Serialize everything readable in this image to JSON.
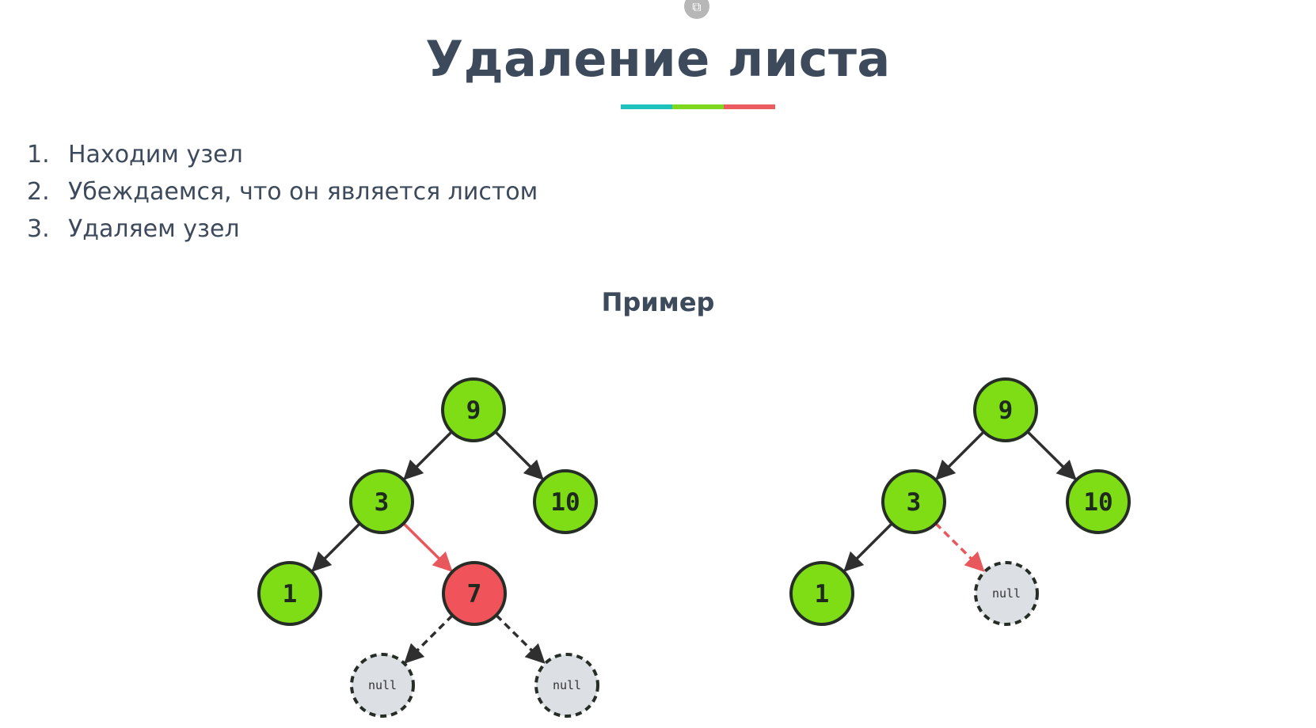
{
  "title": "Удаление листа",
  "title_bar_colors": [
    "#1fc1bd",
    "#7dd81e",
    "#ec5b5f"
  ],
  "steps": [
    {
      "num": "1.",
      "text": "Находим узел"
    },
    {
      "num": "2.",
      "text": "Убеждаемся, что он является листом"
    },
    {
      "num": "3.",
      "text": "Удаляем узел"
    }
  ],
  "example_label": "Пример",
  "colors": {
    "node_fill": "#7fdd16",
    "removed_fill": "#f0545a",
    "null_fill": "#dcdfe3",
    "outline": "#262d26",
    "edge": "#2f2f2f",
    "edge_highlight": "#e8575c"
  },
  "trees": {
    "before": {
      "nodes": [
        {
          "id": "n9",
          "label": "9",
          "kind": "normal"
        },
        {
          "id": "n3",
          "label": "3",
          "kind": "normal"
        },
        {
          "id": "n10",
          "label": "10",
          "kind": "normal"
        },
        {
          "id": "n1",
          "label": "1",
          "kind": "normal"
        },
        {
          "id": "n7",
          "label": "7",
          "kind": "removed"
        },
        {
          "id": "nnA",
          "label": "null",
          "kind": "null"
        },
        {
          "id": "nnB",
          "label": "null",
          "kind": "null"
        }
      ],
      "edges": [
        {
          "from": "n9",
          "to": "n3",
          "style": "solid"
        },
        {
          "from": "n9",
          "to": "n10",
          "style": "solid"
        },
        {
          "from": "n3",
          "to": "n1",
          "style": "solid"
        },
        {
          "from": "n3",
          "to": "n7",
          "style": "highlight"
        },
        {
          "from": "n7",
          "to": "nnA",
          "style": "dashed"
        },
        {
          "from": "n7",
          "to": "nnB",
          "style": "dashed"
        }
      ]
    },
    "after": {
      "nodes": [
        {
          "id": "m9",
          "label": "9",
          "kind": "normal"
        },
        {
          "id": "m3",
          "label": "3",
          "kind": "normal"
        },
        {
          "id": "m10",
          "label": "10",
          "kind": "normal"
        },
        {
          "id": "m1",
          "label": "1",
          "kind": "normal"
        },
        {
          "id": "mnA",
          "label": "null",
          "kind": "null"
        }
      ],
      "edges": [
        {
          "from": "m9",
          "to": "m3",
          "style": "solid"
        },
        {
          "from": "m9",
          "to": "m10",
          "style": "solid"
        },
        {
          "from": "m3",
          "to": "m1",
          "style": "solid"
        },
        {
          "from": "m3",
          "to": "mnA",
          "style": "highlight-dashed"
        }
      ]
    }
  }
}
